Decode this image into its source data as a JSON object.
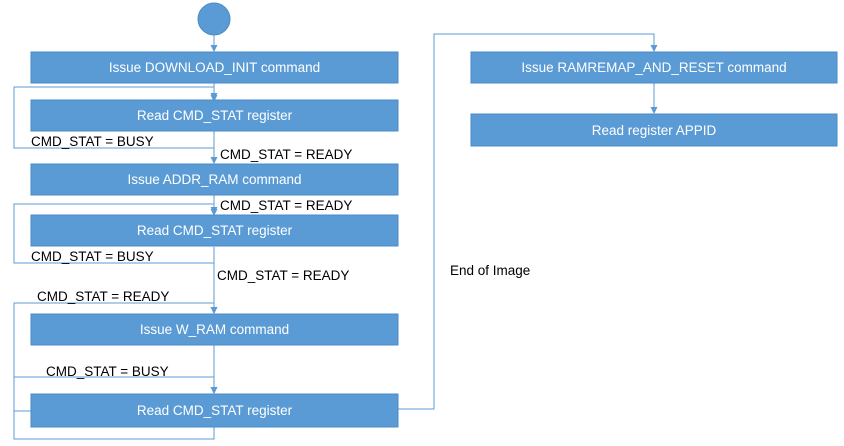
{
  "boxes": {
    "download_init": "Issue DOWNLOAD_INIT command",
    "read_stat_1": "Read CMD_STAT register",
    "addr_ram": "Issue ADDR_RAM command",
    "read_stat_2": "Read CMD_STAT register",
    "w_ram": "Issue W_RAM command",
    "read_stat_3": "Read CMD_STAT register",
    "ramremap": "Issue RAMREMAP_AND_RESET command",
    "read_appid": "Read register APPID"
  },
  "labels": {
    "busy_1": "CMD_STAT = BUSY",
    "ready_1": "CMD_STAT = READY",
    "ready_2": "CMD_STAT = READY",
    "busy_2": "CMD_STAT = BUSY",
    "ready_3": "CMD_STAT = READY",
    "ready_4": "CMD_STAT = READY",
    "busy_3": "CMD_STAT = BUSY"
  },
  "end_note": "End of Image",
  "colors": {
    "box_fill": "#5b9bd5",
    "connector": "#5b9bd5",
    "box_text": "#ffffff"
  }
}
